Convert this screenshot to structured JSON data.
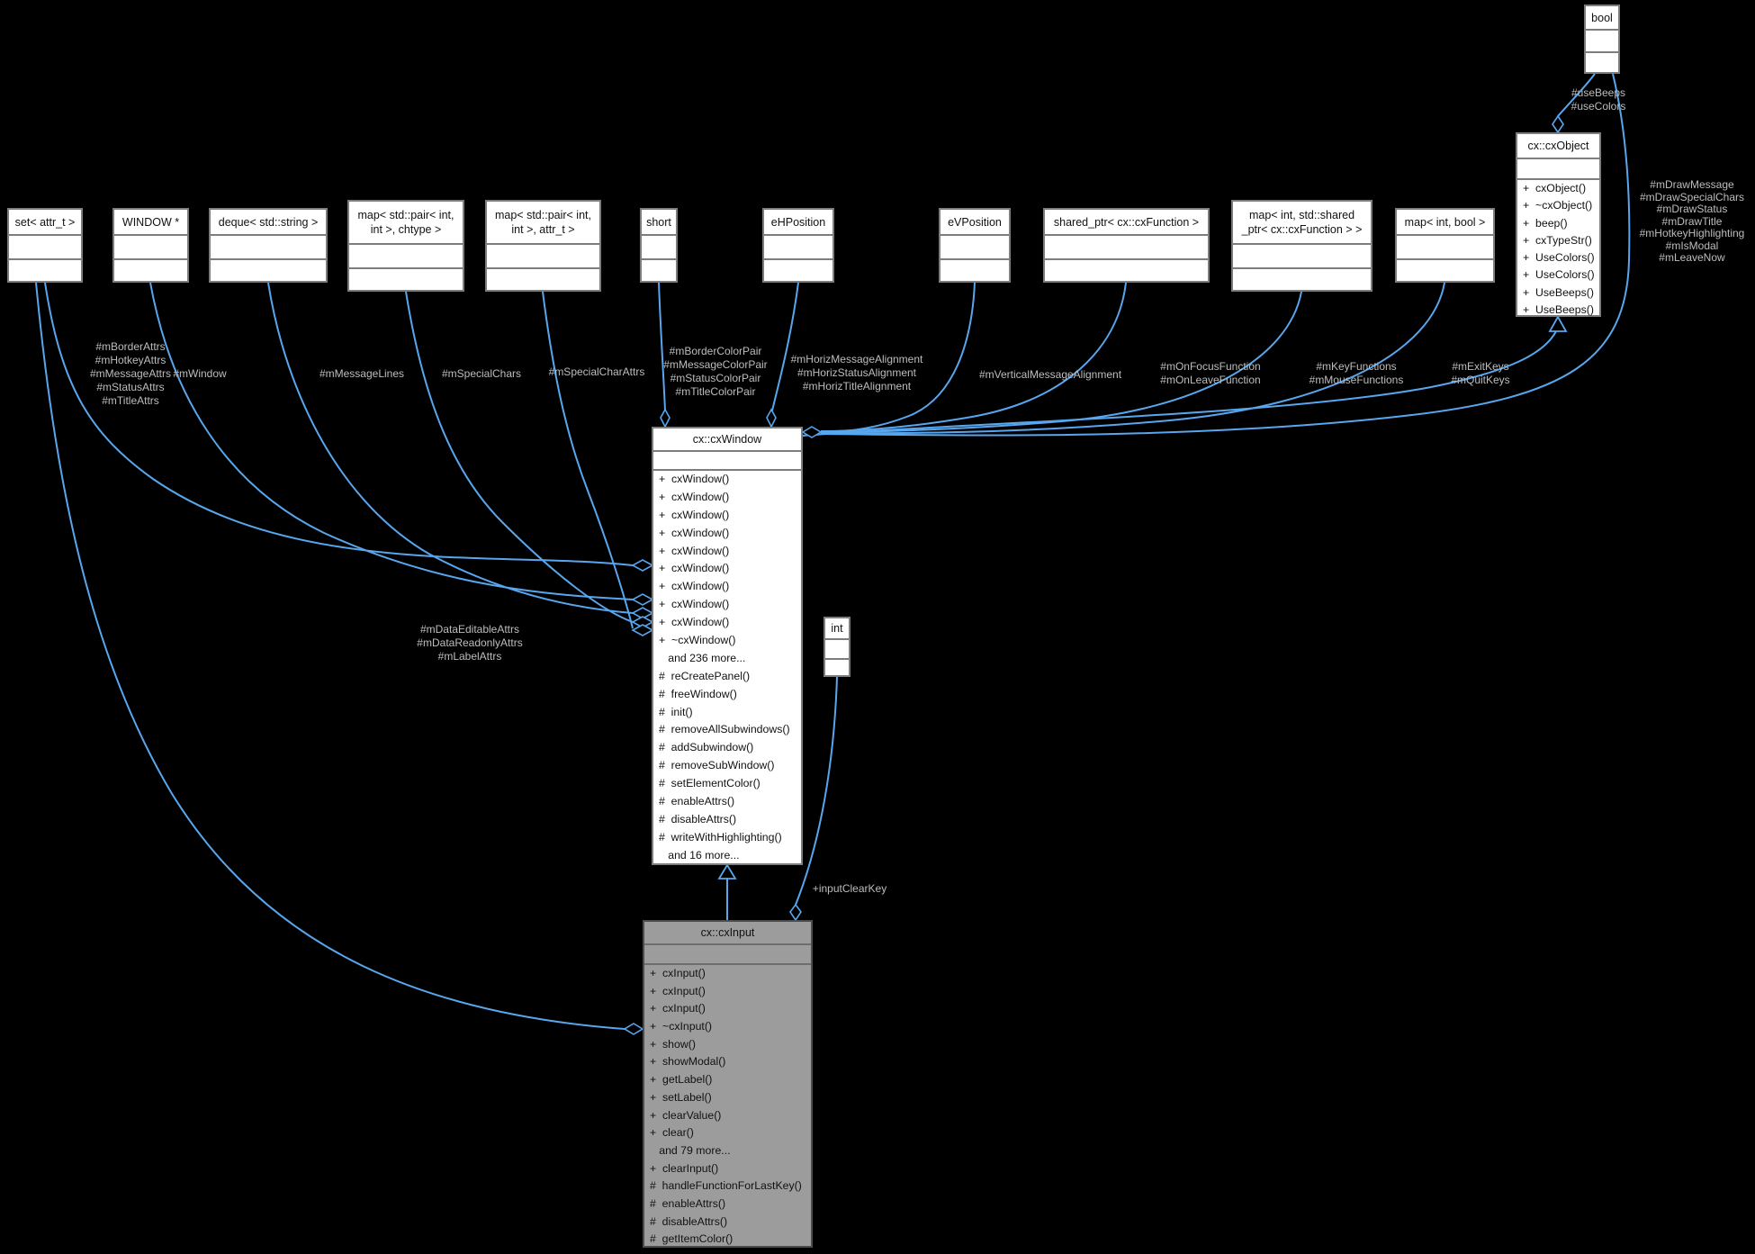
{
  "colors": {
    "background": "#000000",
    "edge_blue": "#58a6ee",
    "label_gray": "#bdbdbd",
    "box_fill": "#ffffff",
    "box_border": "#7d7d7d",
    "focus_box_fill": "#9c9c9c"
  },
  "classes": {
    "set_attr": {
      "title": "set< attr_t >"
    },
    "window_ptr": {
      "title": "WINDOW *"
    },
    "deque_string": {
      "title": "deque< std::string >"
    },
    "map_chtype": {
      "title": "map< std::pair< int,\nint >, chtype >"
    },
    "map_attr": {
      "title": "map< std::pair< int,\nint >, attr_t >"
    },
    "short_t": {
      "title": "short"
    },
    "ehposition": {
      "title": "eHPosition"
    },
    "evposition": {
      "title": "eVPosition"
    },
    "shared_ptr_fn": {
      "title": "shared_ptr< cx::cxFunction >"
    },
    "map_int_shared": {
      "title": "map< int, std::shared\n_ptr< cx::cxFunction > >"
    },
    "map_int_bool": {
      "title": "map< int, bool >"
    },
    "bool_t": {
      "title": "bool"
    },
    "int_t": {
      "title": "int"
    },
    "cxobject": {
      "title": "cx::cxObject",
      "methods": [
        "+  cxObject()",
        "+  ~cxObject()",
        "+  beep()",
        "+  cxTypeStr()",
        "+  UseColors()",
        "+  UseColors()",
        "+  UseBeeps()",
        "+  UseBeeps()"
      ]
    },
    "cxwindow": {
      "title": "cx::cxWindow",
      "methods": [
        "+  cxWindow()",
        "+  cxWindow()",
        "+  cxWindow()",
        "+  cxWindow()",
        "+  cxWindow()",
        "+  cxWindow()",
        "+  cxWindow()",
        "+  cxWindow()",
        "+  cxWindow()",
        "+  ~cxWindow()",
        "   and 236 more...",
        "#  reCreatePanel()",
        "#  freeWindow()",
        "#  init()",
        "#  removeAllSubwindows()",
        "#  addSubwindow()",
        "#  removeSubWindow()",
        "#  setElementColor()",
        "#  enableAttrs()",
        "#  disableAttrs()",
        "#  writeWithHighlighting()",
        "   and 16 more..."
      ]
    },
    "cxinput": {
      "title": "cx::cxInput",
      "methods": [
        "+  cxInput()",
        "+  cxInput()",
        "+  cxInput()",
        "+  ~cxInput()",
        "+  show()",
        "+  showModal()",
        "+  getLabel()",
        "+  setLabel()",
        "+  clearValue()",
        "+  clear()",
        "   and 79 more...",
        "+  clearInput()",
        "#  handleFunctionForLastKey()",
        "#  enableAttrs()",
        "#  disableAttrs()",
        "#  getItemColor()"
      ]
    }
  },
  "edge_labels": {
    "use_flags": [
      "#useBeeps",
      "#useColors"
    ],
    "draw_flags": [
      "#mDrawMessage",
      "#mDrawSpecialChars",
      "#mDrawStatus",
      "#mDrawTitle",
      "#mHotkeyHighlighting",
      "#mIsModal",
      "#mLeaveNow"
    ],
    "border_attrs": [
      "#mBorderAttrs",
      "#mHotkeyAttrs",
      "#mMessageAttrs",
      "#mStatusAttrs",
      "#mTitleAttrs"
    ],
    "window": [
      "#mWindow"
    ],
    "message_lines": [
      "#mMessageLines"
    ],
    "special_chars": [
      "#mSpecialChars"
    ],
    "special_char_attrs": [
      "#mSpecialCharAttrs"
    ],
    "color_pairs": [
      "#mBorderColorPair",
      "#mMessageColorPair",
      "#mStatusColorPair",
      "#mTitleColorPair"
    ],
    "horiz_alignments": [
      "#mHorizMessageAlignment",
      "#mHorizStatusAlignment",
      "#mHorizTitleAlignment"
    ],
    "vertical_alignment": [
      "#mVerticalMessageAlignment"
    ],
    "focus_functions": [
      "#mOnFocusFunction",
      "#mOnLeaveFunction"
    ],
    "key_functions": [
      "#mKeyFunctions",
      "#mMouseFunctions"
    ],
    "exit_keys": [
      "#mExitKeys",
      "#mQuitKeys"
    ],
    "data_attrs": [
      "#mDataEditableAttrs",
      "#mDataReadonlyAttrs",
      "#mLabelAttrs"
    ],
    "input_clear_key": [
      "+inputClearKey"
    ]
  }
}
